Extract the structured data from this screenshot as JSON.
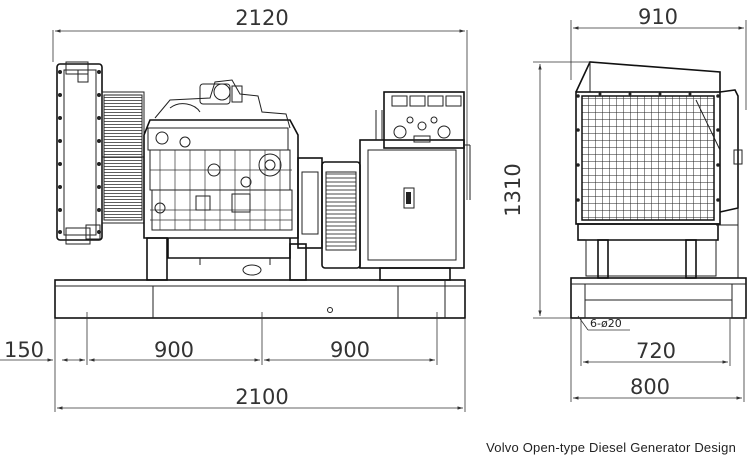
{
  "caption": "Volvo Open-type Diesel Generator Design",
  "dimensions": {
    "overall_length_top": "2120",
    "base_length_bottom": "2100",
    "offset_left": "150",
    "mount_spacing_1": "900",
    "mount_spacing_2": "900",
    "overall_width_top": "910",
    "base_width_bottom": "800",
    "mount_width": "720",
    "overall_height": "1310",
    "hole_spec": "6-ø20"
  }
}
